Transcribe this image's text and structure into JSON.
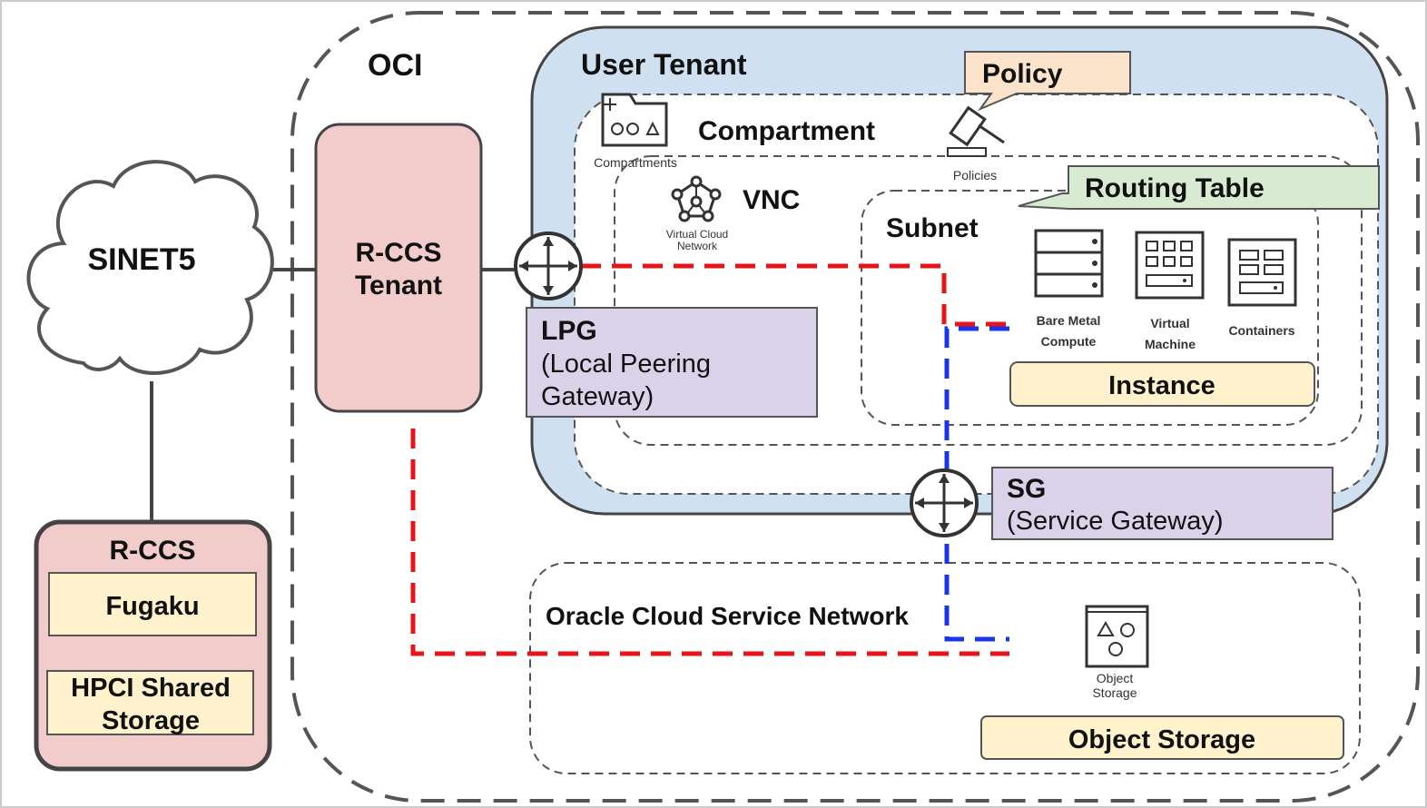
{
  "labels": {
    "sinet": "SINET5",
    "oci": "OCI",
    "user_tenant": "User Tenant",
    "policy": "Policy",
    "compartment": "Compartment",
    "vnc": "VNC",
    "subnet": "Subnet",
    "routing_table": "Routing Table",
    "rccs_tenant_line1": "R-CCS",
    "rccs_tenant_line2": "Tenant",
    "lpg_title": "LPG",
    "lpg_line2": "(Local Peering",
    "lpg_line3": "Gateway)",
    "instance": "Instance",
    "sg_title": "SG",
    "sg_line2": "(Service Gateway)",
    "ocsn": "Oracle Cloud Service Network",
    "object_storage": "Object Storage",
    "rccs": "R-CCS",
    "fugaku": "Fugaku",
    "hpci_line1": "HPCI Shared",
    "hpci_line2": "Storage"
  },
  "icon_captions": {
    "compartments": "Compartments",
    "policies": "Policies",
    "vcn_line1": "Virtual Cloud",
    "vcn_line2": "Network",
    "bare_metal_line1": "Bare Metal",
    "bare_metal_line2": "Compute",
    "vm_line1": "Virtual",
    "vm_line2": "Machine",
    "containers": "Containers",
    "obj_line1": "Object",
    "obj_line2": "Storage"
  },
  "icons": [
    "cloud-icon",
    "compartments-icon",
    "policies-icon",
    "vcn-icon",
    "bare-metal-compute-icon",
    "virtual-machine-icon",
    "containers-icon",
    "object-storage-icon",
    "router-icon"
  ],
  "colors": {
    "user_tenant_fill": "#cfe0f1",
    "rccs_fill": "#f2cbcb",
    "gateway_fill": "#d9d2e9",
    "policy_fill": "#fce4cc",
    "routing_fill": "#d9ead3",
    "instance_fill": "#fff2cc",
    "red_path": "#e8141c",
    "blue_path": "#1a35e8"
  }
}
